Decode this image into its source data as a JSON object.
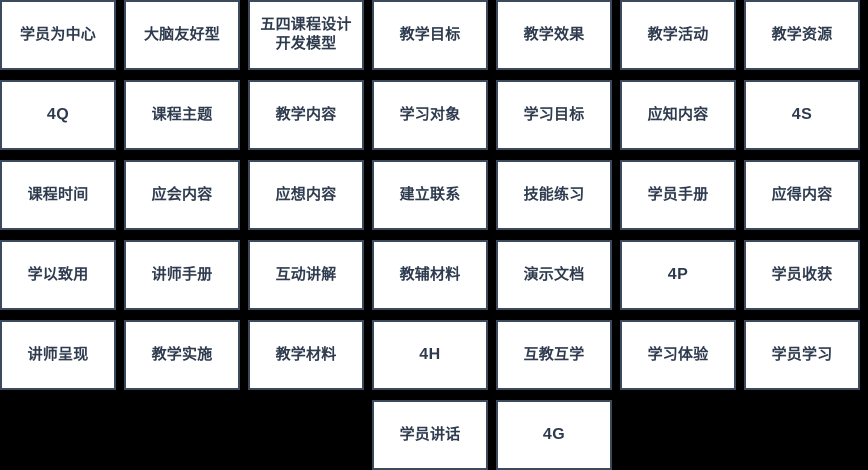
{
  "canvas": {
    "background_color": "#000000",
    "cell_background_color": "#ffffff",
    "cell_border_color": "#3d4a5c",
    "text_color": "#2e3b4e",
    "columns": 7,
    "rows": 6
  },
  "grid": {
    "rows": [
      {
        "index": 1,
        "cells": [
          {
            "label": "学员为中心",
            "kind": "cjk",
            "empty": false
          },
          {
            "label": "大脑友好型",
            "kind": "cjk",
            "empty": false
          },
          {
            "label": "五四课程设计开发模型",
            "kind": "cjk",
            "empty": false
          },
          {
            "label": "教学目标",
            "kind": "cjk",
            "empty": false
          },
          {
            "label": "教学效果",
            "kind": "cjk",
            "empty": false
          },
          {
            "label": "教学活动",
            "kind": "cjk",
            "empty": false
          },
          {
            "label": "教学资源",
            "kind": "cjk",
            "empty": false
          }
        ]
      },
      {
        "index": 2,
        "cells": [
          {
            "label": "4Q",
            "kind": "latin",
            "empty": false
          },
          {
            "label": "课程主题",
            "kind": "cjk",
            "empty": false
          },
          {
            "label": "教学内容",
            "kind": "cjk",
            "empty": false
          },
          {
            "label": "学习对象",
            "kind": "cjk",
            "empty": false
          },
          {
            "label": "学习目标",
            "kind": "cjk",
            "empty": false
          },
          {
            "label": "应知内容",
            "kind": "cjk",
            "empty": false
          },
          {
            "label": "4S",
            "kind": "latin",
            "empty": false
          }
        ]
      },
      {
        "index": 3,
        "cells": [
          {
            "label": "课程时间",
            "kind": "cjk",
            "empty": false
          },
          {
            "label": "应会内容",
            "kind": "cjk",
            "empty": false
          },
          {
            "label": "应想内容",
            "kind": "cjk",
            "empty": false
          },
          {
            "label": "建立联系",
            "kind": "cjk",
            "empty": false
          },
          {
            "label": "技能练习",
            "kind": "cjk",
            "empty": false
          },
          {
            "label": "学员手册",
            "kind": "cjk",
            "empty": false
          },
          {
            "label": "应得内容",
            "kind": "cjk",
            "empty": false
          }
        ]
      },
      {
        "index": 4,
        "cells": [
          {
            "label": "学以致用",
            "kind": "cjk",
            "empty": false
          },
          {
            "label": "讲师手册",
            "kind": "cjk",
            "empty": false
          },
          {
            "label": "互动讲解",
            "kind": "cjk",
            "empty": false
          },
          {
            "label": "教辅材料",
            "kind": "cjk",
            "empty": false
          },
          {
            "label": "演示文档",
            "kind": "cjk",
            "empty": false
          },
          {
            "label": "4P",
            "kind": "latin",
            "empty": false
          },
          {
            "label": "学员收获",
            "kind": "cjk",
            "empty": false
          }
        ]
      },
      {
        "index": 5,
        "cells": [
          {
            "label": "讲师呈现",
            "kind": "cjk",
            "empty": false
          },
          {
            "label": "教学实施",
            "kind": "cjk",
            "empty": false
          },
          {
            "label": "教学材料",
            "kind": "cjk",
            "empty": false
          },
          {
            "label": "4H",
            "kind": "latin",
            "empty": false
          },
          {
            "label": "互教互学",
            "kind": "cjk",
            "empty": false
          },
          {
            "label": "学习体验",
            "kind": "cjk",
            "empty": false
          },
          {
            "label": "学员学习",
            "kind": "cjk",
            "empty": false
          }
        ]
      },
      {
        "index": 6,
        "cells": [
          {
            "label": "",
            "kind": "cjk",
            "empty": true
          },
          {
            "label": "",
            "kind": "cjk",
            "empty": true
          },
          {
            "label": "",
            "kind": "cjk",
            "empty": true
          },
          {
            "label": "学员讲话",
            "kind": "cjk",
            "empty": false
          },
          {
            "label": "4G",
            "kind": "latin",
            "empty": false
          },
          {
            "label": "",
            "kind": "cjk",
            "empty": true
          },
          {
            "label": "",
            "kind": "cjk",
            "empty": true
          }
        ]
      }
    ]
  }
}
